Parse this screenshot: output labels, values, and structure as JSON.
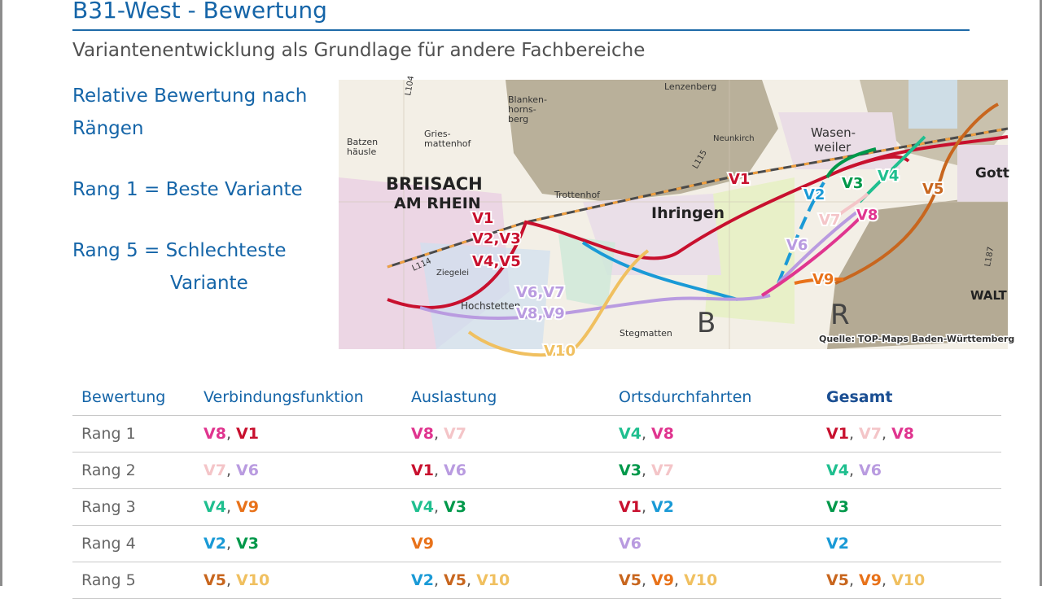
{
  "title": "B31-West - Bewertung",
  "subtitle": "Variantenentwicklung als Grundlage für andere Fachbereiche",
  "side": {
    "line1": "Relative Bewertung nach",
    "line2": "Rängen",
    "line3": "Rang 1 = Beste Variante",
    "line4": "Rang 5 = Schlechteste",
    "line5": "Variante"
  },
  "map": {
    "city_main_1": "BREISACH",
    "city_main_2": "AM RHEIN",
    "town_ihringen": "Ihringen",
    "place_wasenweiler_1": "Wasen-",
    "place_wasenweiler_2": "weiler",
    "place_gott": "Gott",
    "place_walt": "WALT",
    "place_trottenhof": "Trottenhof",
    "place_griesmattenhof_1": "Gries-",
    "place_griesmattenhof_2": "mattenhof",
    "place_blankenhornsberg_1": "Blanken-",
    "place_blankenhornsberg_2": "horns-",
    "place_blankenhornsberg_3": "berg",
    "place_lenzenberg": "Lenzenberg",
    "place_neunkirch": "Neunkirch",
    "place_batzen_1": "Batzen",
    "place_batzen_2": "häusle",
    "place_stegmatten": "Stegmatten",
    "place_hochstetten": "Hochstetten",
    "place_ziegelei": "Ziegelei",
    "road_l114": "L114",
    "road_l104": "L104",
    "road_l115": "L115",
    "road_l187": "L187",
    "big_b": "B",
    "big_r": "R",
    "label_group_1": "V1",
    "label_group_2": "V2,V3",
    "label_group_3": "V4,V5",
    "label_group_4": "V6,V7",
    "label_group_5": "V8,V9",
    "label_v1": "V1",
    "label_v2": "V2",
    "label_v3": "V3",
    "label_v4": "V4",
    "label_v5": "V5",
    "label_v6": "V6",
    "label_v7": "V7",
    "label_v8": "V8",
    "label_v9": "V9",
    "label_v10": "V10",
    "source": "Quelle: TOP-Maps Baden-Württemberg"
  },
  "colors": {
    "V1": "#c8102e",
    "V2": "#1a9ad6",
    "V3": "#00984a",
    "V4": "#1fbf8f",
    "V5": "#c8661e",
    "V6": "#b99be0",
    "V7": "#f4c5c8",
    "V8": "#e0358f",
    "V9": "#e8721a",
    "V10": "#f0c060"
  },
  "table": {
    "headers": [
      "Bewertung",
      "Verbindungsfunktion",
      "Auslastung",
      "Ortsdurchfahrten",
      "Gesamt"
    ],
    "rows": [
      {
        "rang": "Rang 1",
        "cells": [
          [
            "V8",
            "V1"
          ],
          [
            "V8",
            "V7"
          ],
          [
            "V4",
            "V8"
          ],
          [
            "V1",
            "V7",
            "V8"
          ]
        ]
      },
      {
        "rang": "Rang 2",
        "cells": [
          [
            "V7",
            "V6"
          ],
          [
            "V1",
            "V6"
          ],
          [
            "V3",
            "V7"
          ],
          [
            "V4",
            "V6"
          ]
        ]
      },
      {
        "rang": "Rang 3",
        "cells": [
          [
            "V4",
            "V9"
          ],
          [
            "V4",
            "V3"
          ],
          [
            "V1",
            "V2"
          ],
          [
            "V3"
          ]
        ]
      },
      {
        "rang": "Rang 4",
        "cells": [
          [
            "V2",
            "V3"
          ],
          [
            "V9"
          ],
          [
            "V6"
          ],
          [
            "V2"
          ]
        ]
      },
      {
        "rang": "Rang 5",
        "cells": [
          [
            "V5",
            "V10"
          ],
          [
            "V2",
            "V5",
            "V10"
          ],
          [
            "V5",
            "V9",
            "V10"
          ],
          [
            "V5",
            "V9",
            "V10"
          ]
        ]
      }
    ]
  }
}
